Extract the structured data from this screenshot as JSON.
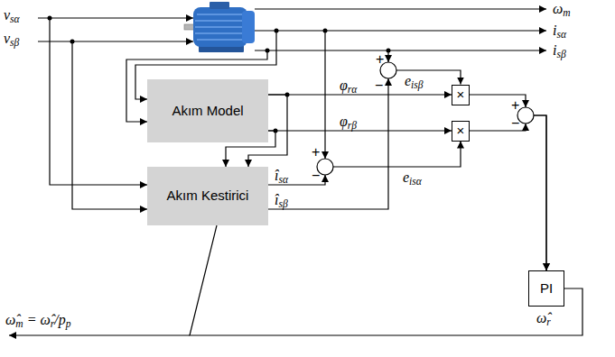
{
  "diagram": {
    "nodes": [
      {
        "text": [
          "Akım Model"
        ]
      },
      {
        "text": [
          "×"
        ]
      },
      {
        "text": [
          "×"
        ]
      },
      {
        "text": [
          "Akım Kestirici"
        ]
      },
      {
        "text": [
          "PI"
        ]
      }
    ],
    "edges": [
      {
        "from": 0,
        "to": 3,
        "arrow": "to"
      },
      {
        "from": 0,
        "to": 3,
        "arrow": "to"
      },
      {
        "from": 0,
        "to": 1,
        "arrow": "to"
      },
      {
        "from": 0,
        "to": 2,
        "arrow": "to"
      },
      {
        "from": 3,
        "to": 1,
        "arrow": "to"
      },
      {
        "from": 3,
        "to": 2,
        "arrow": "to"
      },
      {
        "from": 1,
        "to": 4,
        "arrow": "to"
      },
      {
        "from": 2,
        "to": 4,
        "arrow": "to"
      },
      {
        "from": 4,
        "to": 3,
        "arrow": "none"
      }
    ],
    "labels": [
      "vsα",
      "vsβ",
      "ωm",
      "isα",
      "isβ",
      "φrα",
      "φrβ",
      "eisβ",
      "eisα",
      "+",
      "−",
      "+",
      "−",
      "+",
      "−",
      "îsα",
      "îsβ",
      "ω̂r",
      "ω̂m = ω̂r/pp"
    ]
  }
}
